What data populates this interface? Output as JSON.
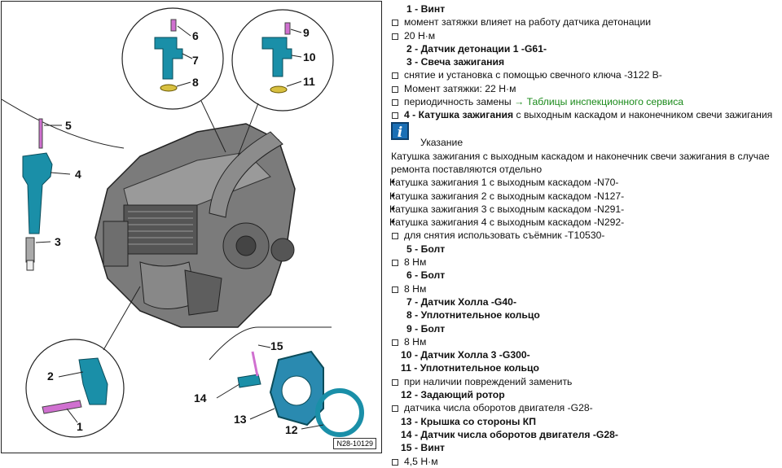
{
  "figure": {
    "id_label": "N28-10129",
    "callouts": [
      "1",
      "2",
      "3",
      "4",
      "5",
      "6",
      "7",
      "8",
      "9",
      "10",
      "11",
      "12",
      "13",
      "14",
      "15"
    ]
  },
  "legend": {
    "rows": [
      {
        "kind": "item",
        "num": "1 -",
        "text": "Винт"
      },
      {
        "kind": "sub",
        "mark": "sq",
        "text": "момент затяжки влияет на работу датчика детонации"
      },
      {
        "kind": "sub",
        "mark": "sq",
        "text": "20 Н·м"
      },
      {
        "kind": "item",
        "num": "2 -",
        "text": "Датчик детонации 1 -G61-"
      },
      {
        "kind": "item",
        "num": "3 -",
        "text": "Свеча зажигания"
      },
      {
        "kind": "sub",
        "mark": "sq",
        "text": "снятие и установка с помощью свечного ключа -3122 B-"
      },
      {
        "kind": "sub",
        "mark": "sq",
        "text": "Момент затяжки: 22 Н·м"
      },
      {
        "kind": "sub",
        "mark": "sq",
        "text": "периодичность замены ",
        "link": "→ Таблицы инспекционного сервиса"
      },
      {
        "kind": "sub",
        "mark": "sq",
        "boldtext": "4 - Катушка зажигания",
        "text": " с выходным каскадом и наконечником свечи зажигания"
      },
      {
        "kind": "note",
        "title": "Указание"
      },
      {
        "kind": "plain",
        "text": "Катушка зажигания с выходным каскадом и наконечник свечи зажигания в случае"
      },
      {
        "kind": "plain",
        "text": "ремонта поставляются отдельно"
      },
      {
        "kind": "dia",
        "text": "Катушка зажигания 1 с выходным каскадом -N70-"
      },
      {
        "kind": "dia",
        "text": "Катушка зажигания 2 с выходным каскадом -N127-"
      },
      {
        "kind": "dia",
        "text": "Катушка зажигания 3 с выходным каскадом -N291-"
      },
      {
        "kind": "dia",
        "text": "Катушка зажигания 4 с выходным каскадом -N292-"
      },
      {
        "kind": "sub",
        "mark": "sq",
        "text": "для снятия использовать съёмник -T10530-"
      },
      {
        "kind": "item",
        "num": "5 -",
        "text": "Болт"
      },
      {
        "kind": "sub",
        "mark": "sq",
        "text": "8 Нм"
      },
      {
        "kind": "item",
        "num": "6 -",
        "text": "Болт"
      },
      {
        "kind": "sub",
        "mark": "sq",
        "text": "8 Нм"
      },
      {
        "kind": "item",
        "num": "7 -",
        "text": "Датчик Холла -G40-"
      },
      {
        "kind": "item",
        "num": "8 -",
        "text": "Уплотнительное кольцо"
      },
      {
        "kind": "item",
        "num": "9 -",
        "text": "Болт"
      },
      {
        "kind": "sub",
        "mark": "sq",
        "text": "8 Нм"
      },
      {
        "kind": "item",
        "cls": "two",
        "num": "10 -",
        "text": "Датчик Холла 3 -G300-"
      },
      {
        "kind": "item",
        "cls": "two",
        "num": "11 -",
        "text": "Уплотнительное кольцо"
      },
      {
        "kind": "sub",
        "mark": "sq",
        "text": "при наличии повреждений заменить"
      },
      {
        "kind": "item",
        "cls": "two",
        "num": "12 -",
        "text": "Задающий ротор"
      },
      {
        "kind": "sub",
        "mark": "sq",
        "text": "датчика числа оборотов двигателя -G28-"
      },
      {
        "kind": "item",
        "cls": "two",
        "num": "13 -",
        "text": "Крышка со стороны КП"
      },
      {
        "kind": "item",
        "cls": "two",
        "num": "14 -",
        "text": "Датчик числа оборотов двигателя -G28-"
      },
      {
        "kind": "item",
        "cls": "two",
        "num": "15 -",
        "text": "Винт"
      },
      {
        "kind": "sub",
        "mark": "sq",
        "text": "4,5 Н·м"
      }
    ]
  }
}
